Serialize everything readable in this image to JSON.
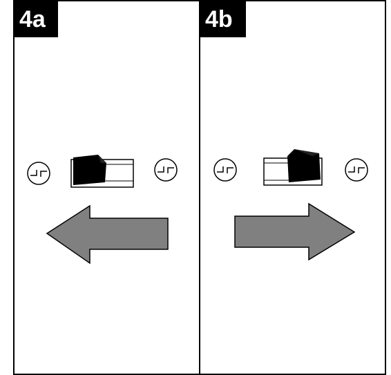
{
  "panels": [
    {
      "label": "4a",
      "switch_position": "left",
      "arrow_direction": "left"
    },
    {
      "label": "4b",
      "switch_position": "right",
      "arrow_direction": "right"
    }
  ],
  "colors": {
    "badge_background": "#000000",
    "badge_text": "#ffffff",
    "arrow_fill": "#808080",
    "outline": "#000000"
  },
  "icons": [
    "screw-icon",
    "rocker-switch-icon",
    "arrow-left-icon",
    "arrow-right-icon"
  ]
}
